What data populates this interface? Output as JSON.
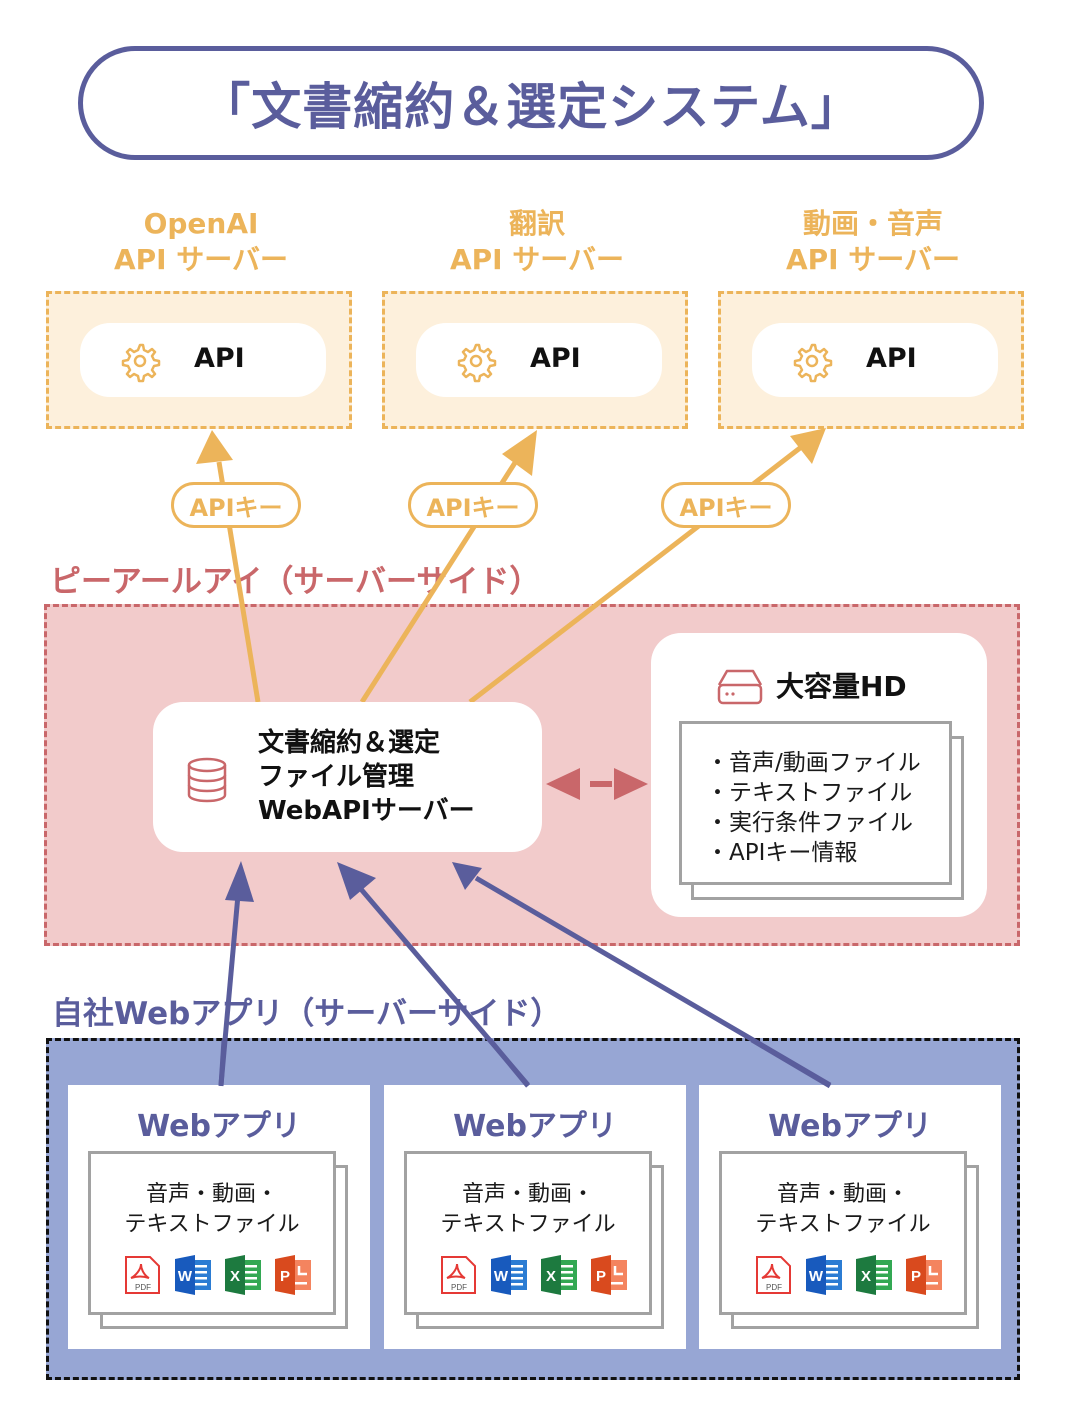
{
  "title": "「文書縮約＆選定システム」",
  "api_servers": [
    {
      "label_line1": "OpenAI",
      "label_line2": "API サーバー",
      "inner_label": "API",
      "icon": "gear-icon",
      "key_label": "APIキー"
    },
    {
      "label_line1": "翻訳",
      "label_line2": "API サーバー",
      "inner_label": "API",
      "icon": "gear-icon",
      "key_label": "APIキー"
    },
    {
      "label_line1": "動画・音声",
      "label_line2": "API サーバー",
      "inner_label": "API",
      "icon": "gear-icon",
      "key_label": "APIキー"
    }
  ],
  "pri_section": {
    "label": "ピーアールアイ（サーバーサイド）",
    "server": {
      "icon": "database-icon",
      "lines": [
        "文書縮約＆選定",
        "ファイル管理",
        "WebAPIサーバー"
      ]
    },
    "storage": {
      "icon": "hard-drive-icon",
      "title": "大容量HD",
      "items": [
        "・音声/動画ファイル",
        "・テキストファイル",
        "・実行条件ファイル",
        "・APIキー情報"
      ]
    }
  },
  "web_section": {
    "label": "自社Webアプリ（サーバーサイド）",
    "apps": [
      {
        "title": "Webアプリ",
        "line1": "音声・動画・",
        "line2": "テキストファイル",
        "file_types": [
          "PDF",
          "W",
          "X",
          "P"
        ]
      },
      {
        "title": "Webアプリ",
        "line1": "音声・動画・",
        "line2": "テキストファイル",
        "file_types": [
          "PDF",
          "W",
          "X",
          "P"
        ]
      },
      {
        "title": "Webアプリ",
        "line1": "音声・動画・",
        "line2": "テキストファイル",
        "file_types": [
          "PDF",
          "W",
          "X",
          "P"
        ]
      }
    ]
  },
  "colors": {
    "title": "#5a5d9c",
    "api_accent": "#ecb45a",
    "api_fill": "#fdf0dc",
    "pri_accent": "#c9676a",
    "pri_fill": "#f2cbcb",
    "web_accent": "#5a5d9c",
    "web_fill": "#97a6d4"
  }
}
